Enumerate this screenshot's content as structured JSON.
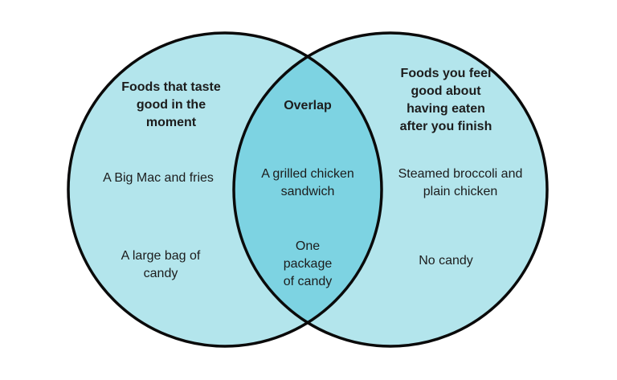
{
  "colors": {
    "background": "#ffffff",
    "circle_fill": "#b3e5ec",
    "overlap_fill": "#7dd3e2",
    "stroke": "#0a0a0a",
    "text": "#1c1c1c"
  },
  "diagram": {
    "type": "venn",
    "left_circle": {
      "title": [
        "Foods that taste",
        "good in the",
        "moment"
      ],
      "items": [
        [
          "A Big Mac and fries"
        ],
        [
          "A large bag of",
          "candy"
        ]
      ]
    },
    "overlap": {
      "title": [
        "Overlap"
      ],
      "items": [
        [
          "A grilled chicken",
          "sandwich"
        ],
        [
          "One",
          "package",
          "of candy"
        ]
      ]
    },
    "right_circle": {
      "title": [
        "Foods you feel",
        "good about",
        "having eaten",
        "after you finish"
      ],
      "items": [
        [
          "Steamed broccoli and",
          "plain chicken"
        ],
        [
          "No candy"
        ]
      ]
    }
  }
}
